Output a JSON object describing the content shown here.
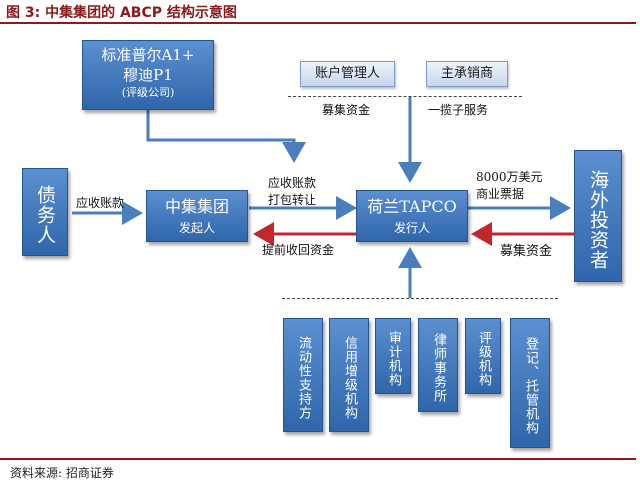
{
  "title": "图 3:  中集集团的 ABCP 结构示意图",
  "source": "资料来源: 招商证券",
  "nodes": {
    "rating_line1": "标准普尔A1+",
    "rating_line2": "穆迪P1",
    "rating_note": "(评级公司)",
    "debtor": "债务人",
    "originator_name": "中集集团",
    "originator_role": "发起人",
    "issuer_name": "荷兰TAPCO",
    "issuer_role": "发行人",
    "investors": "海外投资者",
    "account_manager": "账户管理人",
    "underwriter": "主承销商"
  },
  "labels": {
    "receivables": "应收账款",
    "pack_transfer_1": "应收账款",
    "pack_transfer_2": "打包转让",
    "prepay_recover": "提前收回资金",
    "amount": "8000万美元",
    "paper": "商业票据",
    "raise_funds_right": "募集资金",
    "raise_funds_top": "募集资金",
    "one_stop": "一揽子服务"
  },
  "providers": [
    "流动性支持方",
    "信用增级机构",
    "审计机构",
    "律师事务所",
    "评级机构",
    "登记、托管机构"
  ],
  "colors": {
    "dark_box_top": "#5b8fd0",
    "dark_box_bottom": "#2f66ab",
    "arrow_blue": "#4a7ebd",
    "arrow_red": "#c0282d",
    "title": "#8b1a1a"
  }
}
